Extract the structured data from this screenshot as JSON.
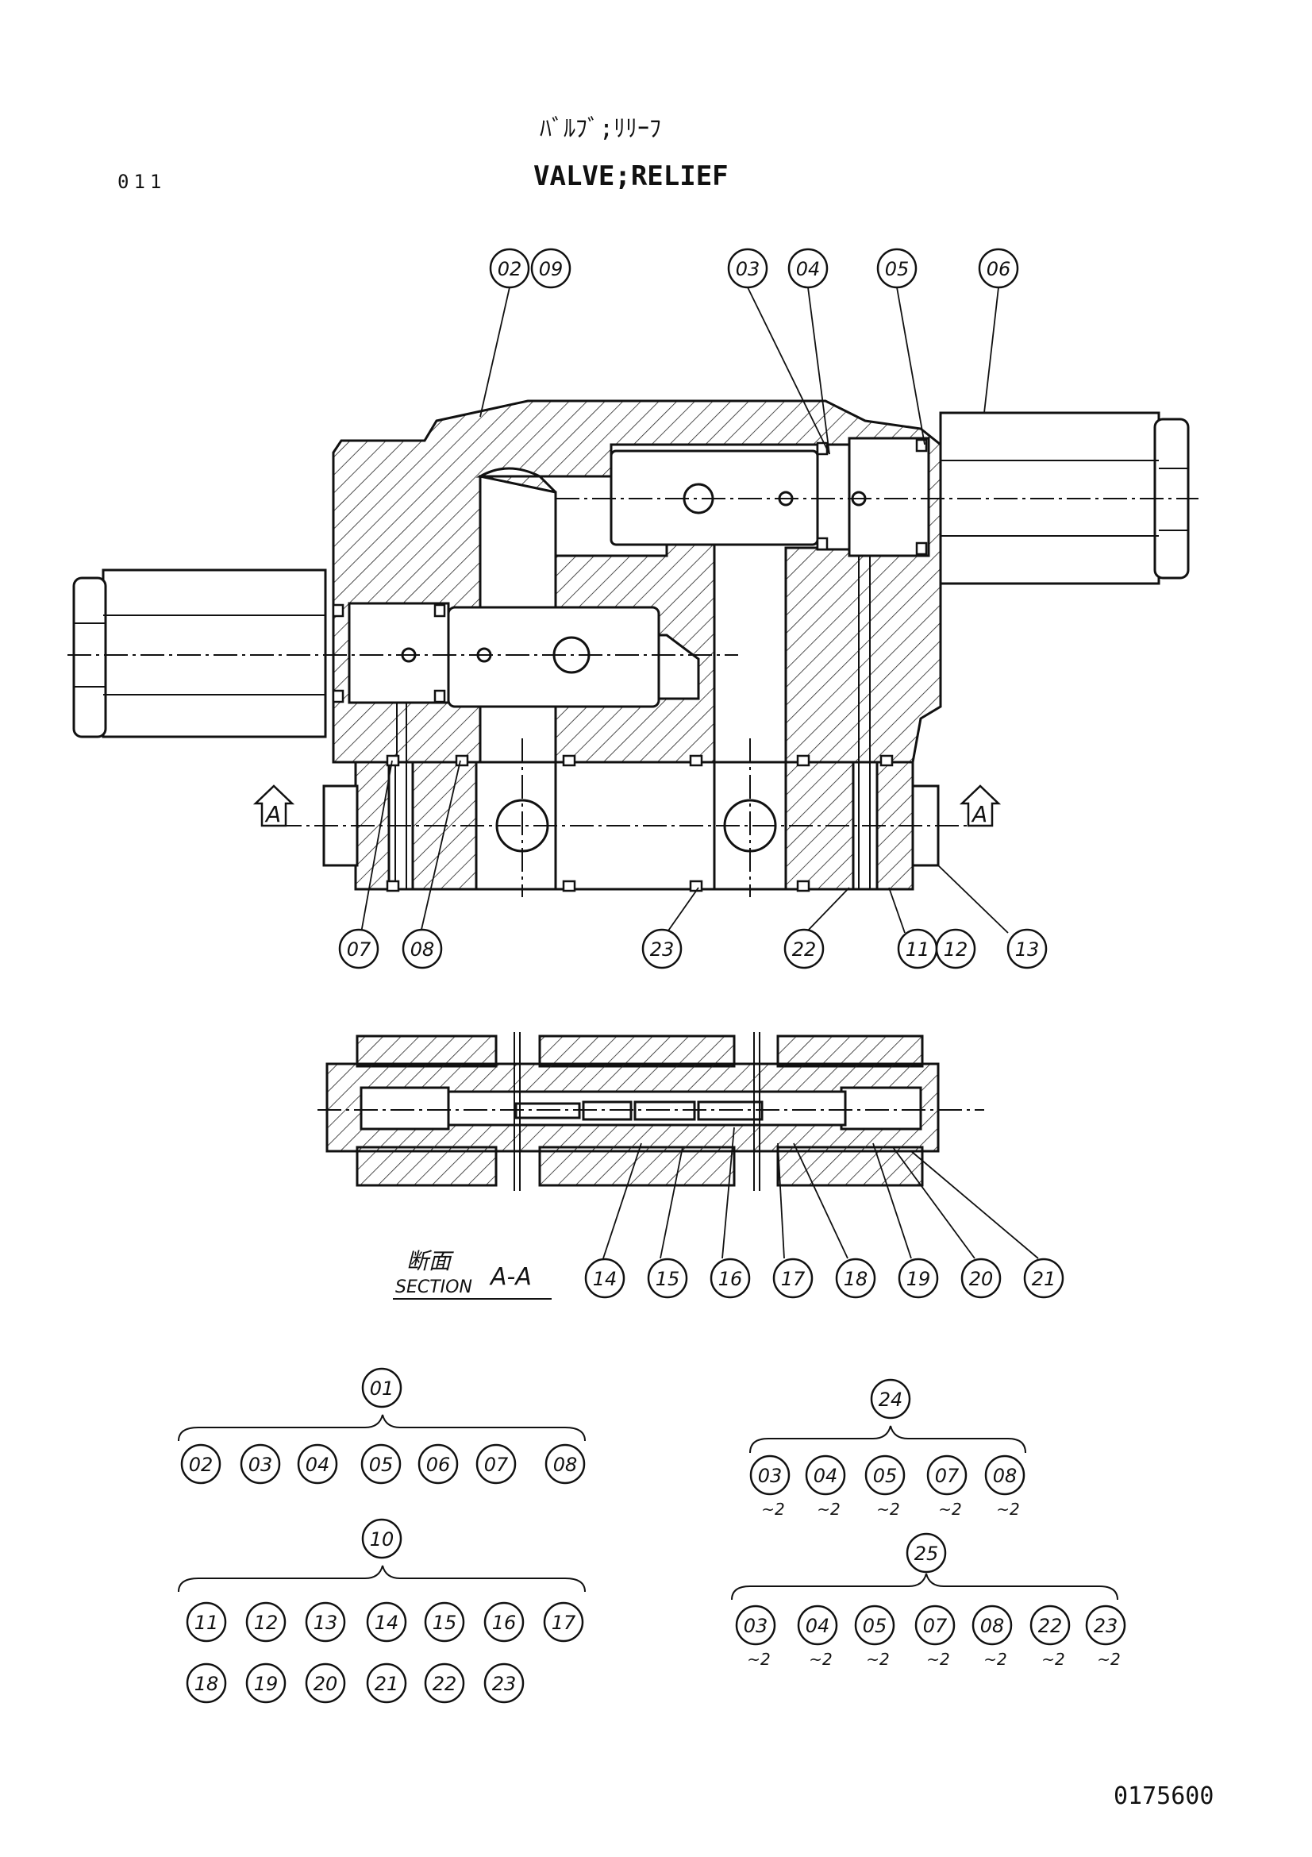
{
  "header": {
    "title_jp": "ﾊﾞﾙﾌﾞ;ﾘﾘｰﾌ",
    "title_en": "VALVE;RELIEF",
    "page_code": "011"
  },
  "section": {
    "label_jp": "断面",
    "label_en": "SECTION",
    "id": "A-A",
    "marker": "A"
  },
  "callouts_main": [
    "02",
    "09",
    "03",
    "04",
    "05",
    "06",
    "07",
    "08",
    "23",
    "22",
    "11",
    "12",
    "13"
  ],
  "callouts_section": [
    "14",
    "15",
    "16",
    "17",
    "18",
    "19",
    "20",
    "21"
  ],
  "groups": [
    {
      "parent": "01",
      "children": [
        "02",
        "03",
        "04",
        "05",
        "06",
        "07",
        "08"
      ]
    },
    {
      "parent": "10",
      "children": [
        "11",
        "12",
        "13",
        "14",
        "15",
        "16",
        "17",
        "18",
        "19",
        "20",
        "21",
        "22",
        "23"
      ]
    },
    {
      "parent": "24",
      "children": [
        "03",
        "04",
        "05",
        "07",
        "08"
      ],
      "qty": "~2"
    },
    {
      "parent": "25",
      "children": [
        "03",
        "04",
        "05",
        "07",
        "08",
        "22",
        "23"
      ],
      "qty": "~2"
    }
  ],
  "footer": {
    "drawing_no": "0175600"
  }
}
